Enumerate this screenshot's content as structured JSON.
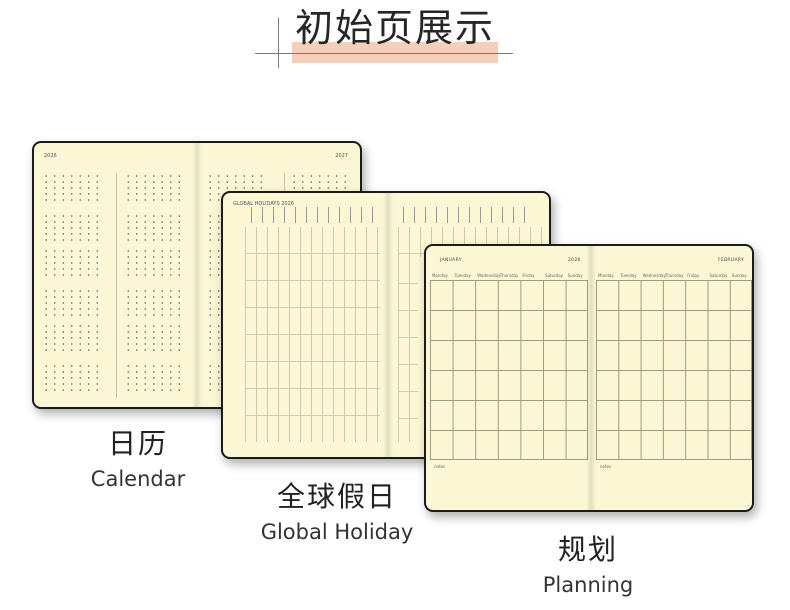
{
  "title": "初始页展示",
  "colors": {
    "title_highlight": "#f6cfb8",
    "page_paper": "#fbf7d4",
    "book_edge": "#1b1b1b"
  },
  "books": {
    "calendar": {
      "year_left": "2026",
      "year_right": "2027",
      "caption_zh": "日历",
      "caption_en": "Calendar"
    },
    "holiday": {
      "heading": "GLOBAL HOLIDAYS 2026",
      "caption_zh": "全球假日",
      "caption_en": "Global Holiday"
    },
    "planning": {
      "month_left": "JANUARY",
      "year": "2026",
      "month_right": "FEBRUARY",
      "weekdays": [
        "Monday",
        "Tuesday",
        "Wednesday",
        "Thursday",
        "Friday",
        "Saturday",
        "Sunday"
      ],
      "caption_zh": "规划",
      "caption_en": "Planning"
    }
  }
}
